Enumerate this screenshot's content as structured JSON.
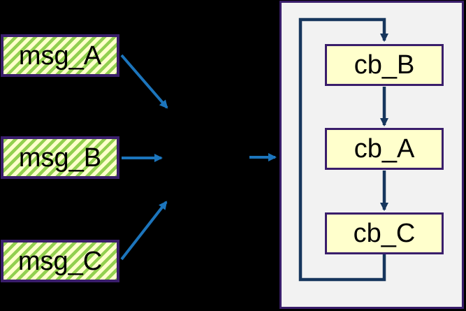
{
  "diagram": {
    "messages": [
      {
        "label": "msg_A"
      },
      {
        "label": "msg_B"
      },
      {
        "label": "msg_C"
      }
    ],
    "callbacks": [
      {
        "label": "cb_B"
      },
      {
        "label": "cb_A"
      },
      {
        "label": "cb_C"
      }
    ],
    "colors": {
      "background": "#000000",
      "message_fill": "#FFFFCC",
      "message_stripe": "#92D050",
      "callback_fill": "#FFFFCC",
      "box_border": "#3A1E6B",
      "container_fill": "#F2F2F2",
      "flow_arrow_blue": "#1C75BC",
      "loop_arrow_navy": "#17365D",
      "text": "#000000"
    }
  }
}
